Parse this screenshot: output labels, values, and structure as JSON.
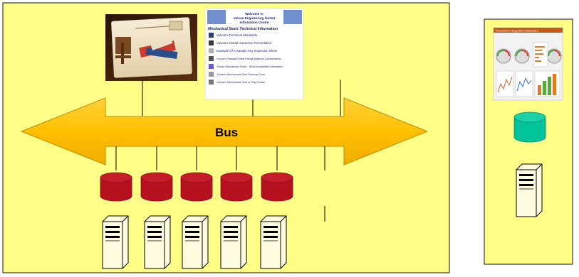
{
  "bus": {
    "label": "Bus"
  },
  "portal": {
    "welcome_title": "Welcome to Vulcan Engineering limited Information Centre",
    "section_title": "Mechanical Seals Technical Information",
    "items": [
      "Vulcan's Technical Standards",
      "Vulcan's Global Inspection Presentation",
      "Example Of A Sample Key Inspection Sheet",
      "Vulcan's Standard Seal Flange Material Combinations",
      "Vulcan Mechanical Seals - Store Availability Information",
      "Vulcan's Mechanical Seal Training Chart",
      "Vulcan's Mechanical Seal in Plug Charts"
    ]
  },
  "dashboard": {
    "title": "Production Integration Dashboard"
  },
  "colors": {
    "panel_fill": "#ffff88",
    "bus_fill": "#ffc000",
    "db_red": "#b5111f",
    "db_teal": "#00c39a",
    "server_fill": "#fffbdf"
  }
}
